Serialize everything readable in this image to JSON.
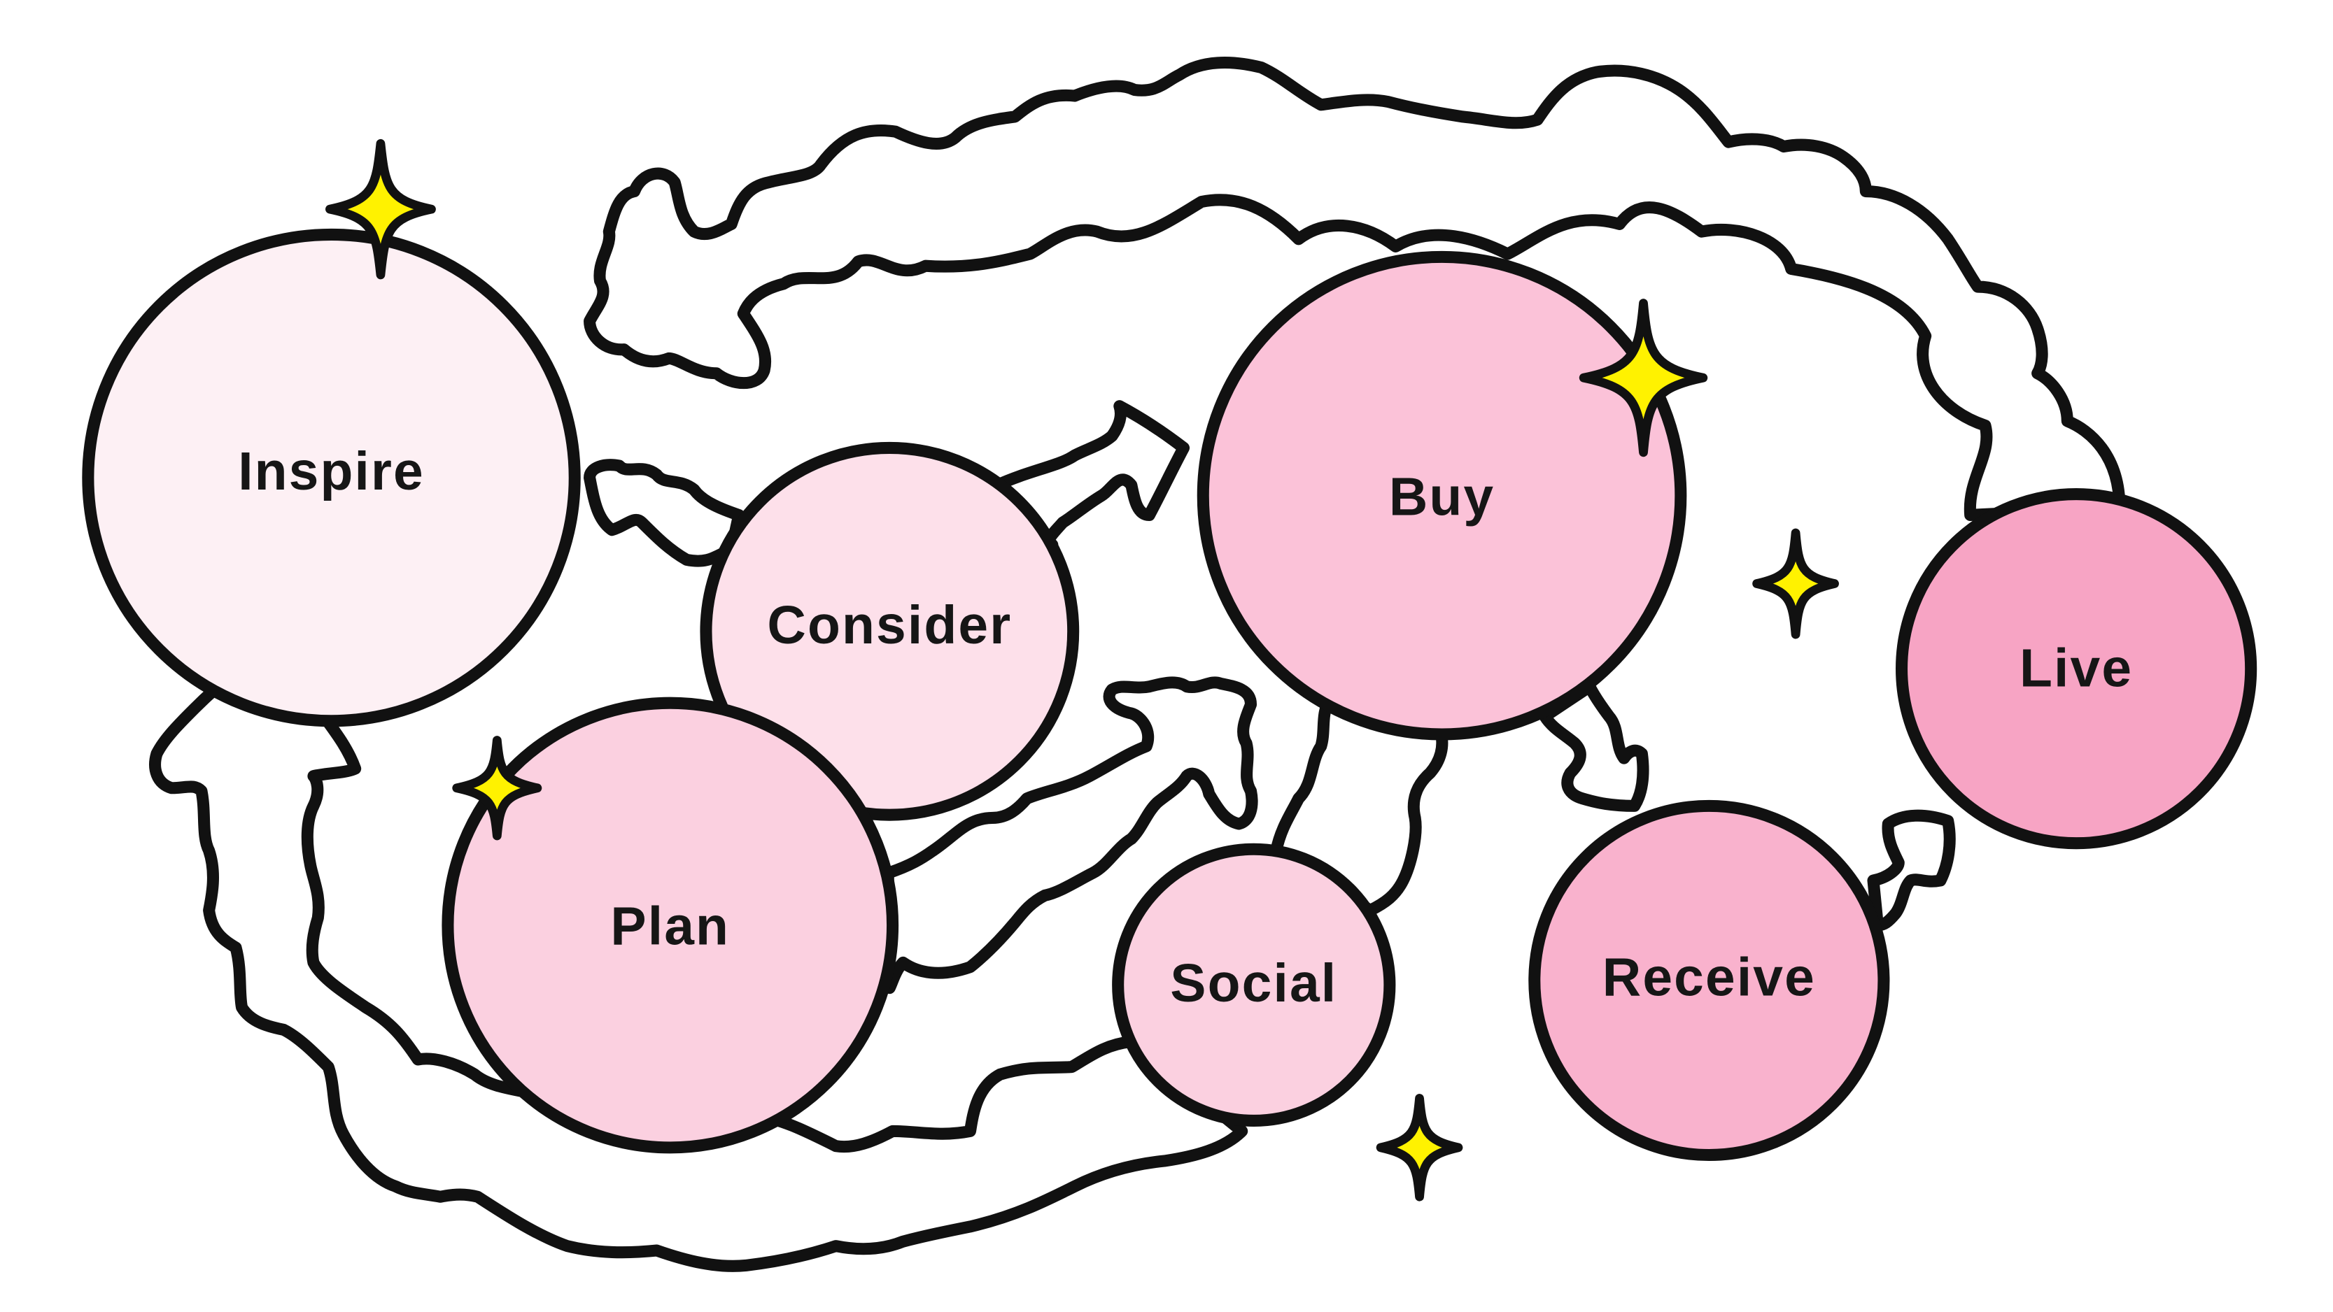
{
  "nodes": [
    {
      "id": "inspire",
      "label": "Inspire",
      "color": "#fdf0f4"
    },
    {
      "id": "consider",
      "label": "Consider",
      "color": "#fde0ea"
    },
    {
      "id": "plan",
      "label": "Plan",
      "color": "#fbd0e0"
    },
    {
      "id": "buy",
      "label": "Buy",
      "color": "#fbc2d8"
    },
    {
      "id": "social",
      "label": "Social",
      "color": "#fbd0e0"
    },
    {
      "id": "receive",
      "label": "Receive",
      "color": "#f9b2cd"
    },
    {
      "id": "live",
      "label": "Live",
      "color": "#f7a4c4"
    }
  ],
  "colors": {
    "outline": "#111111",
    "flow_fill": "#ffffff",
    "sparkle_fill": "#fff200"
  },
  "icons": [
    "sparkle-icon",
    "cloud-arrow-icon"
  ]
}
